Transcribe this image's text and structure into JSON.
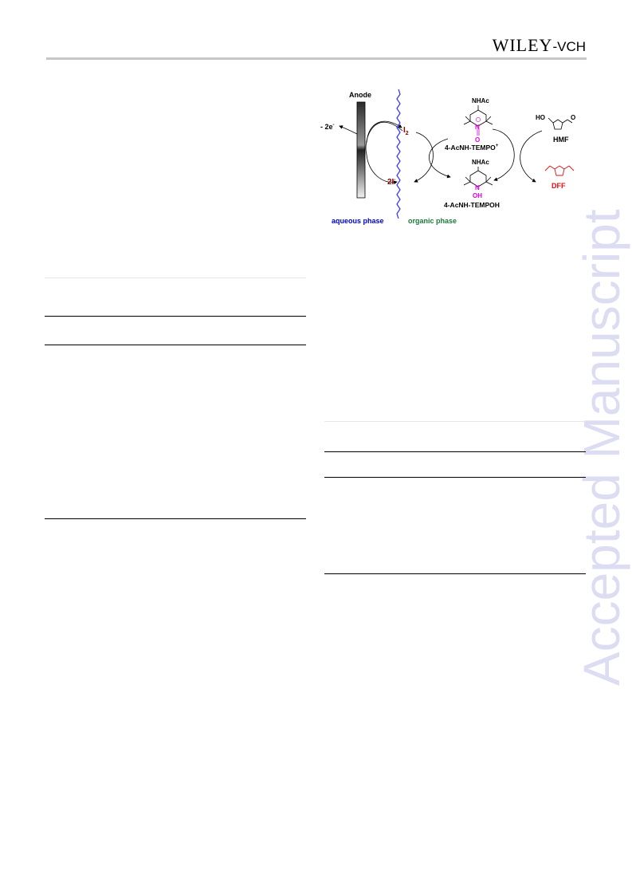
{
  "header": {
    "publisher_main": "WILEY",
    "publisher_suffix": "-VCH"
  },
  "watermark": "Accepted Manuscript",
  "scheme": {
    "anode_label": "Anode",
    "electrons_label": "- 2e",
    "electrons_sup": "-",
    "iodine_label": "I",
    "iodine_sub": "2",
    "iodide_label": "2I",
    "iodide_sup": "-",
    "oxoammonium_substituent": "NHAc",
    "oxoammonium_n": "N",
    "oxoammonium_o": "O",
    "oxoammonium_label": "4-AcNH-TEMPO",
    "oxoammonium_sup": "+",
    "hydroxylamine_substituent": "NHAc",
    "hydroxylamine_n": "N",
    "hydroxylamine_oh": "OH",
    "hydroxylamine_label": "4-AcNH-TEMPOH",
    "hmf_ho": "HO",
    "hmf_o": "O",
    "hmf_label": "HMF",
    "dff_label": "DFF",
    "aqueous_phase": "aqueous phase",
    "organic_phase": "organic phase",
    "colors": {
      "aqueous": "#0000cc",
      "organic": "#1a7a3c",
      "magenta": "#e000e0",
      "red": "#e01010",
      "dark_red": "#8b0000"
    }
  }
}
